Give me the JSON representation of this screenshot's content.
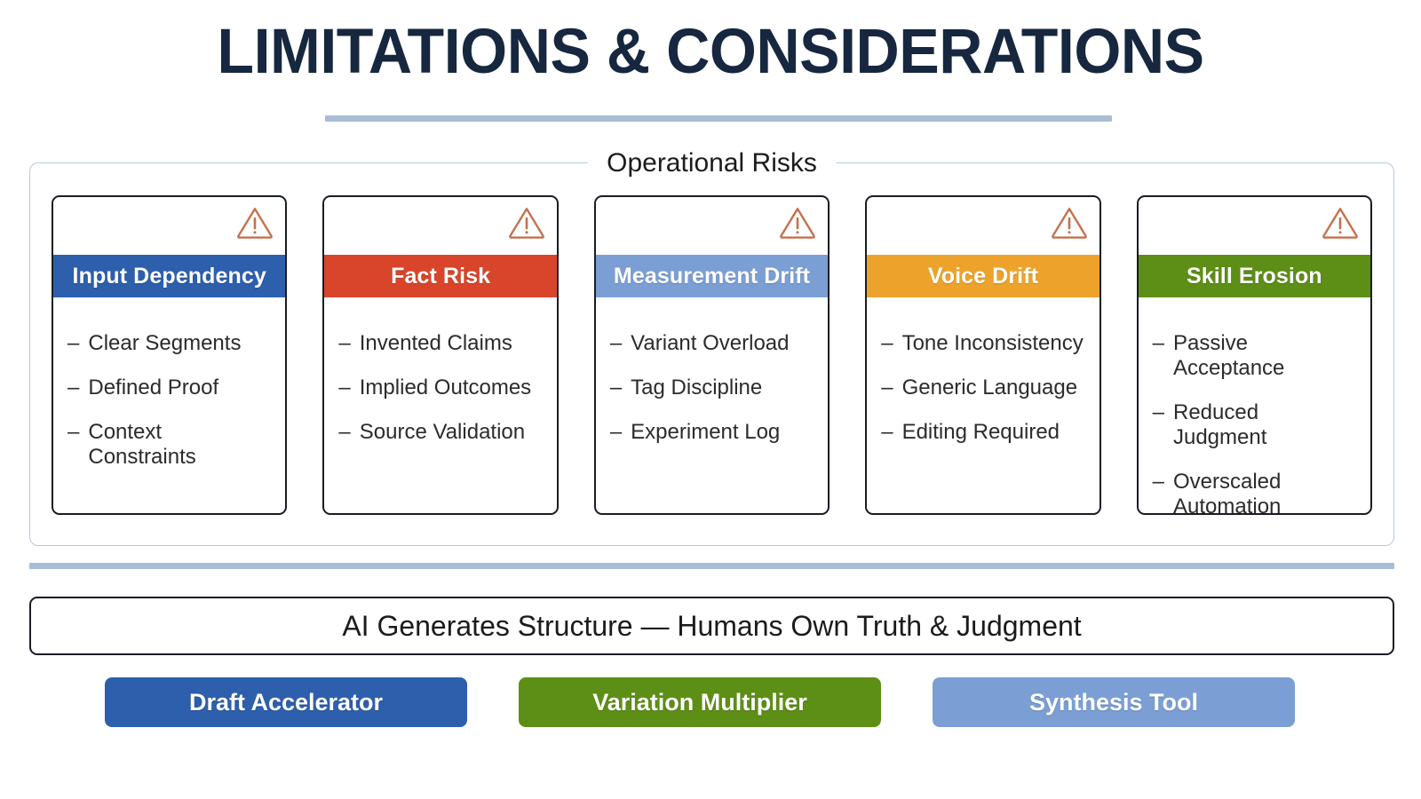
{
  "slide": {
    "title": "LIMITATIONS & CONSIDERATIONS",
    "background_color": "#FFFFFF",
    "title_color": "#16273F",
    "rule_color": "#A9BDD4"
  },
  "risks_section": {
    "legend": "Operational Risks",
    "border_color": "#B8C8DE",
    "warning_icon": "warning-triangle-icon",
    "cards": [
      {
        "title": "Input Dependency",
        "header_color": "#2D5FAD",
        "items": [
          "Clear Segments",
          "Defined Proof",
          "Context Constraints"
        ]
      },
      {
        "title": "Fact Risk",
        "header_color": "#D9452A",
        "items": [
          "Invented Claims",
          "Implied Outcomes",
          "Source Validation"
        ]
      },
      {
        "title": "Measurement Drift",
        "header_color": "#7B9FD4",
        "items": [
          "Variant Overload",
          "Tag Discipline",
          "Experiment Log"
        ]
      },
      {
        "title": "Voice Drift",
        "header_color": "#EDA32B",
        "items": [
          "Tone Inconsistency",
          "Generic Language",
          "Editing Required"
        ]
      },
      {
        "title": "Skill Erosion",
        "header_color": "#5D8E16",
        "items": [
          "Passive Acceptance",
          "Reduced Judgment",
          "Overscaled Automation"
        ]
      }
    ]
  },
  "banner": {
    "text": "AI Generates Structure — Humans Own Truth & Judgment",
    "border_color": "#181D24"
  },
  "pills": [
    {
      "label": "Draft Accelerator",
      "color": "#2D5FAD"
    },
    {
      "label": "Variation Multiplier",
      "color": "#5D8E16"
    },
    {
      "label": "Synthesis Tool",
      "color": "#7B9FD4"
    }
  ],
  "bullet_prefix": "–"
}
